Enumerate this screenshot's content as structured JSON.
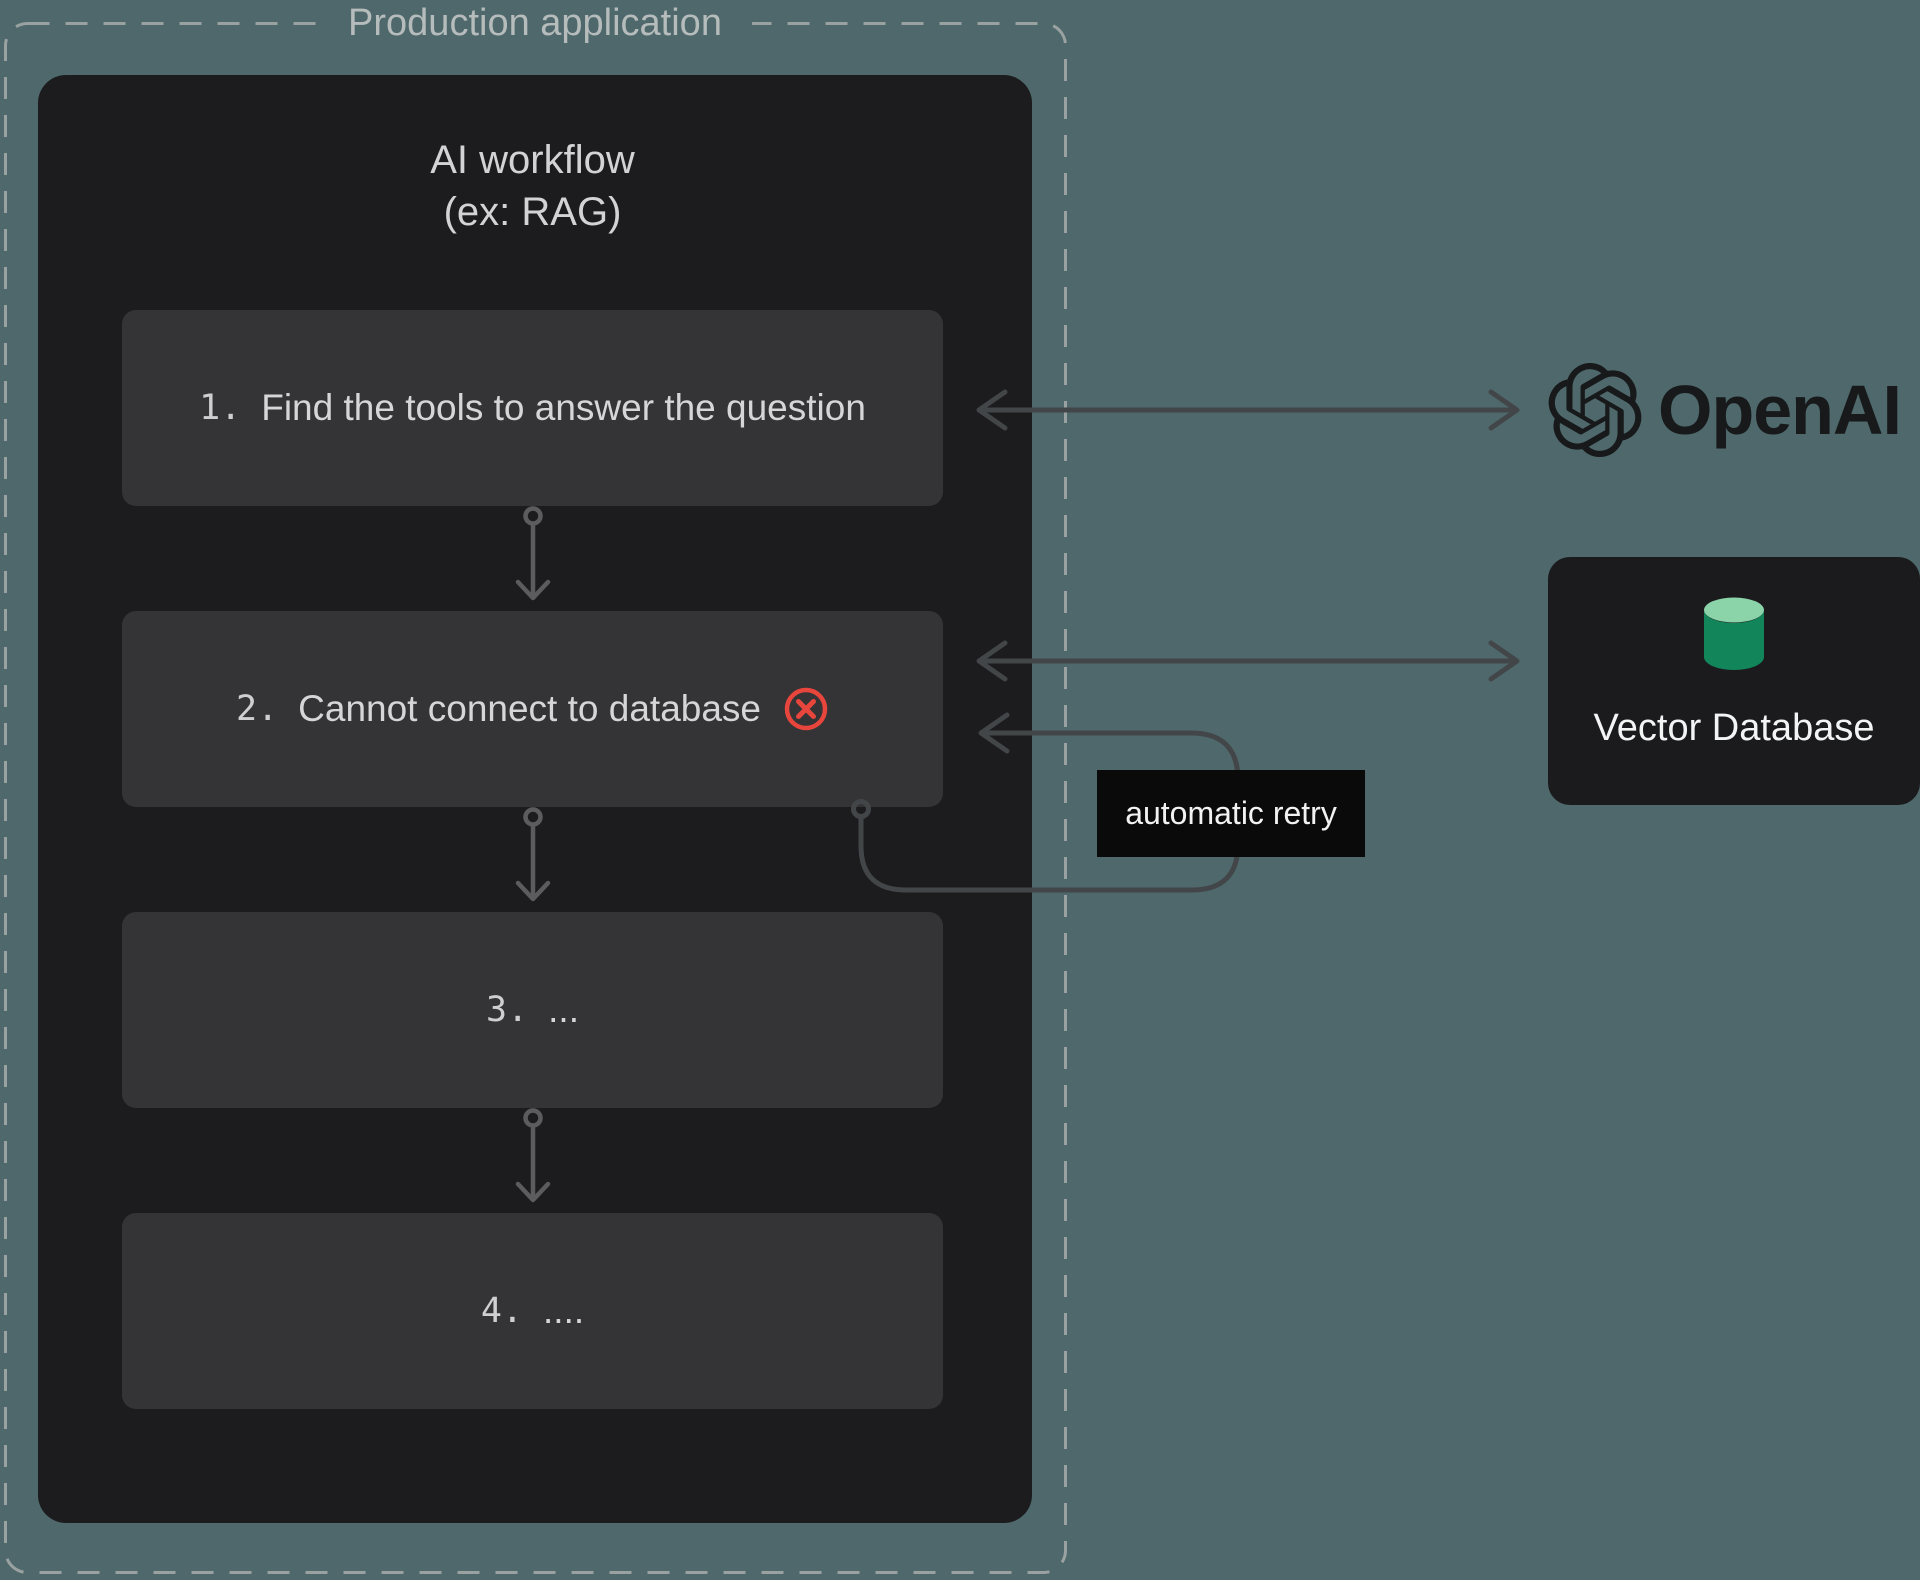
{
  "colors": {
    "background": "#4e686b",
    "container": "#1c1c1e",
    "step_box": "#343436",
    "dashed_border": "#9aa2a1",
    "arrow": "#434648",
    "error_accent": "#e8463c",
    "retry_label_bg": "#0a0a0a",
    "db_cylinder_top": "#8bd3a8",
    "db_cylinder_body": "#12855a",
    "openai_logo": "#17191a"
  },
  "production_application": {
    "label": "Production application"
  },
  "workflow": {
    "title": "AI workflow",
    "subtitle": "(ex: RAG)",
    "steps": [
      {
        "number": "1.",
        "text": "Find the tools to answer the question",
        "status": "ok"
      },
      {
        "number": "2.",
        "text": "Cannot connect to database",
        "status": "error"
      },
      {
        "number": "3.",
        "text": "...",
        "status": "ok"
      },
      {
        "number": "4.",
        "text": "....",
        "status": "ok"
      }
    ]
  },
  "annotations": {
    "retry_label": "automatic retry"
  },
  "external_services": {
    "openai": {
      "wordmark": "OpenAI"
    },
    "vector_database": {
      "label": "Vector Database"
    }
  }
}
